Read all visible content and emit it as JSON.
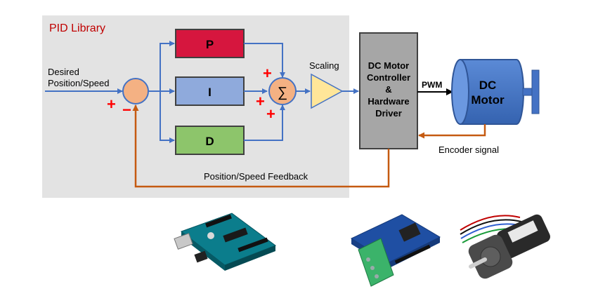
{
  "library_box": {
    "title": "PID Library"
  },
  "input": {
    "label_line1": "Desired",
    "label_line2": "Position/Speed"
  },
  "sum1": {
    "plus": "+",
    "minus": "−"
  },
  "blocks": {
    "p": "P",
    "i": "I",
    "d": "D"
  },
  "sum2": {
    "symbol": "∑",
    "plus_top": "+",
    "plus_mid": "+",
    "plus_bottom": "+"
  },
  "scaling": {
    "label": "Scaling"
  },
  "controller": {
    "line1": "DC Motor",
    "line2": "Controller",
    "line3": "&",
    "line4": "Hardware",
    "line5": "Driver"
  },
  "pwm": {
    "label": "PWM"
  },
  "motor": {
    "line1": "DC",
    "line2": "Motor"
  },
  "encoder": {
    "label": "Encoder signal"
  },
  "feedback": {
    "label": "Position/Speed Feedback"
  },
  "colors": {
    "library_bg": "#e3e3e3",
    "title": "#c00000",
    "signal": "#4472c4",
    "feedback": "#c55a11",
    "p_block": "#d6163e",
    "i_block": "#8faadc",
    "d_block": "#8dc56b",
    "sum": "#f4b183",
    "scaling": "#ffe699",
    "controller": "#a6a6a6",
    "motor": "#4472c4",
    "sign": "#ff0000"
  }
}
